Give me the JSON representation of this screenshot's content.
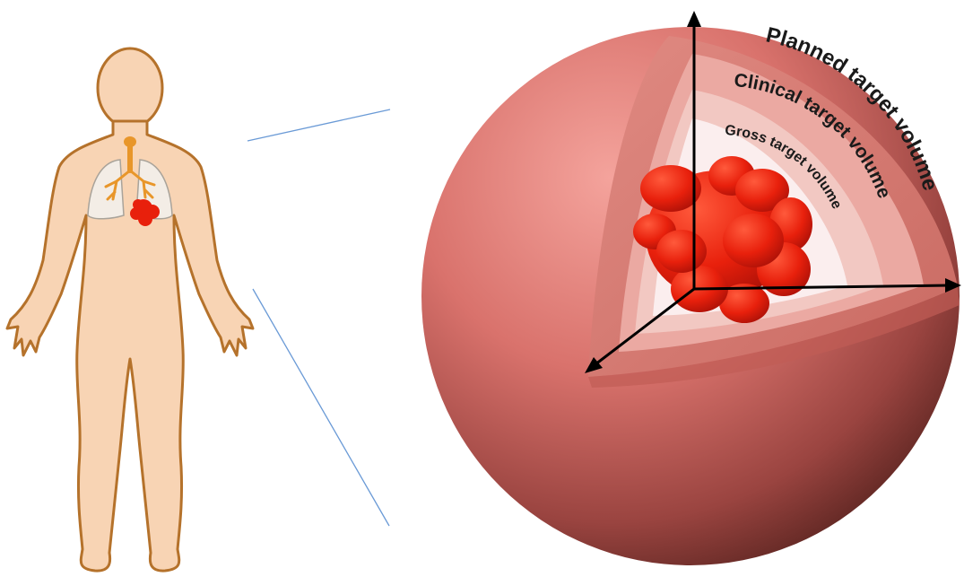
{
  "labels": {
    "planned": "Planned target volume",
    "clinical": "Clinical target volume",
    "gross": "Gross target volume"
  },
  "colors": {
    "skin": "#f8d4b4",
    "skin_outline": "#b5722b",
    "bronchi": "#e8962a",
    "tumor": "#e8200c",
    "sphere": "#d9726c",
    "ptv_layer": "#e59a92",
    "ctv_layer": "#f2c8c2",
    "gtv_layer": "#fbeeee",
    "zoom_line": "#6a9ad6",
    "axis": "#000000"
  },
  "icons": {
    "body": "human-body-icon",
    "lungs": "lungs-icon",
    "tumor": "tumor-icon"
  }
}
